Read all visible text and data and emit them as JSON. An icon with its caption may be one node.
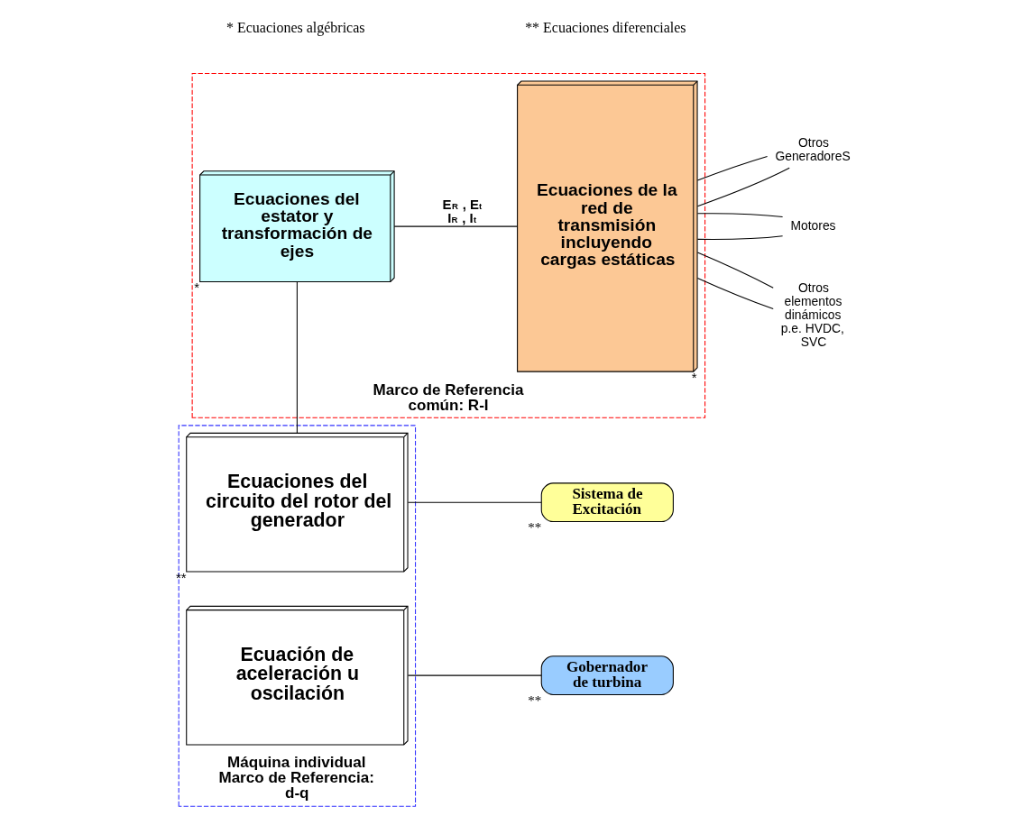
{
  "diagram": {
    "nodes": [
      {
        "text": [
          "Marco de Referencia común: R-I"
        ]
      },
      {
        "text": [
          "Ecuaciones del estator y transformación de ejes"
        ],
        "in": 0,
        "beside": [
          "*"
        ]
      },
      {
        "text": [
          "Ecuaciones de la red de transmisión incluyendo cargas estáticas"
        ],
        "in": 0,
        "beside": [
          "*"
        ]
      },
      {
        "text": [
          "Máquina individual Marco de Referencia: d-q"
        ]
      },
      {
        "text": [
          "Ecuaciones del circuito del rotor del generador"
        ],
        "in": 3,
        "beside": [
          "**"
        ]
      },
      {
        "text": [
          "Ecuación de aceleración u oscilación"
        ],
        "in": 3
      },
      {
        "text": [
          "Sistema de Excitación"
        ],
        "beside": [
          "**"
        ]
      },
      {
        "text": [
          "Gobernador de turbina"
        ],
        "beside": [
          "**"
        ]
      },
      {
        "text": [
          "Otros GeneradoreS"
        ]
      },
      {
        "text": [
          "Motores"
        ]
      },
      {
        "text": [
          "Otros elementos dinámicos p.e. HVDC, SVC"
        ]
      }
    ],
    "edges": [
      {
        "from": 1,
        "to": 2,
        "arrow": "none",
        "label": "E$_{R}$ , E$_{t}$ I$_{R}$ , I$_{t}$"
      },
      {
        "from": 1,
        "to": 4,
        "arrow": "none"
      },
      {
        "from": 4,
        "to": 6,
        "arrow": "none"
      },
      {
        "from": 5,
        "to": 7,
        "arrow": "none"
      },
      {
        "from": 2,
        "to": 8,
        "arrow": "none"
      },
      {
        "from": 2,
        "to": 8,
        "arrow": "none"
      },
      {
        "from": 2,
        "to": 9,
        "arrow": "none"
      },
      {
        "from": 2,
        "to": 9,
        "arrow": "none"
      },
      {
        "from": 2,
        "to": 10,
        "arrow": "none"
      },
      {
        "from": 2,
        "to": 10,
        "arrow": "none"
      }
    ],
    "labels": [
      "* Ecuaciones algébricas",
      "** Ecuaciones diferenciales"
    ]
  }
}
